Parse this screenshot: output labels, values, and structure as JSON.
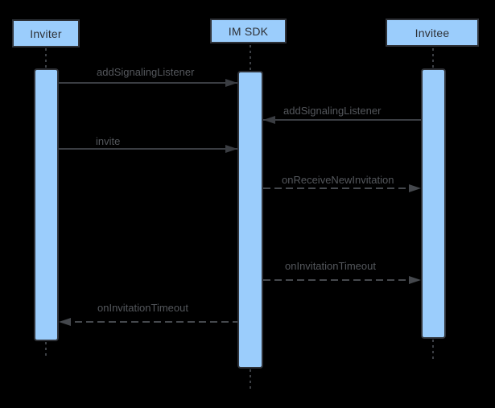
{
  "diagram": {
    "type": "sequence-diagram",
    "background_color": "#000000",
    "actor_fill_color": "#9BCDFC",
    "actor_border_color": "#2F3238",
    "solid_arrow_color": "#3A3D42",
    "dashed_arrow_color": "#45484D",
    "message_label_color": "#54575C"
  },
  "actors": [
    {
      "label": "Inviter"
    },
    {
      "label": "IM SDK"
    },
    {
      "label": "Invitee"
    }
  ],
  "messages": [
    {
      "label": "addSignalingListener",
      "from": "Inviter",
      "to": "IM SDK",
      "style": "solid",
      "direction": "right"
    },
    {
      "label": "addSignalingListener",
      "from": "Invitee",
      "to": "IM SDK",
      "style": "solid",
      "direction": "left"
    },
    {
      "label": "invite",
      "from": "Inviter",
      "to": "IM SDK",
      "style": "solid",
      "direction": "right"
    },
    {
      "label": "onReceiveNewInvitation",
      "from": "IM SDK",
      "to": "Invitee",
      "style": "dashed",
      "direction": "right"
    },
    {
      "label": "onInvitationTimeout",
      "from": "IM SDK",
      "to": "Invitee",
      "style": "dashed",
      "direction": "right"
    },
    {
      "label": "onInvitationTimeout",
      "from": "IM SDK",
      "to": "Inviter",
      "style": "dashed",
      "direction": "left"
    }
  ]
}
